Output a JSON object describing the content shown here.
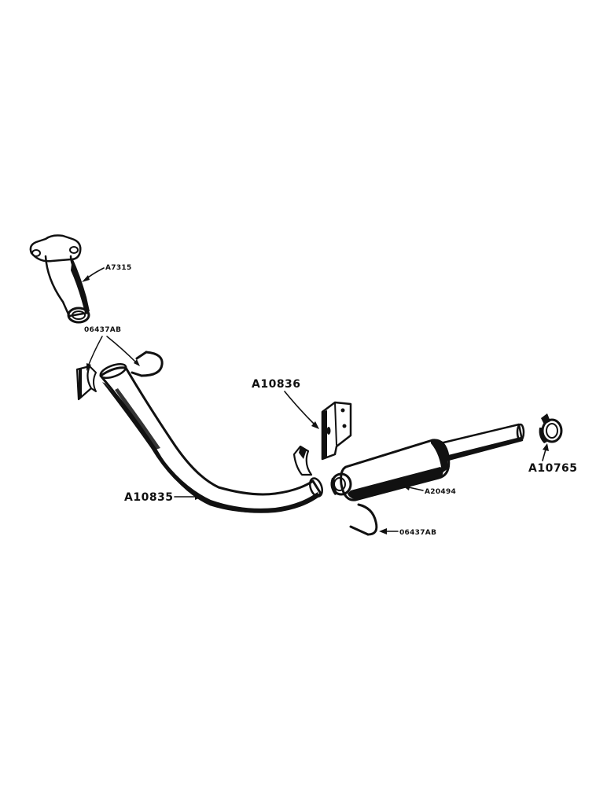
{
  "diagram": {
    "labels": {
      "manifold_elbow": "A7315",
      "clamp_top": "06437AB",
      "bracket": "A10836",
      "tail_clamp": "A10765",
      "exhaust_pipe": "A10835",
      "muffler": "A20494",
      "clamp_bottom": "06437AB"
    }
  }
}
